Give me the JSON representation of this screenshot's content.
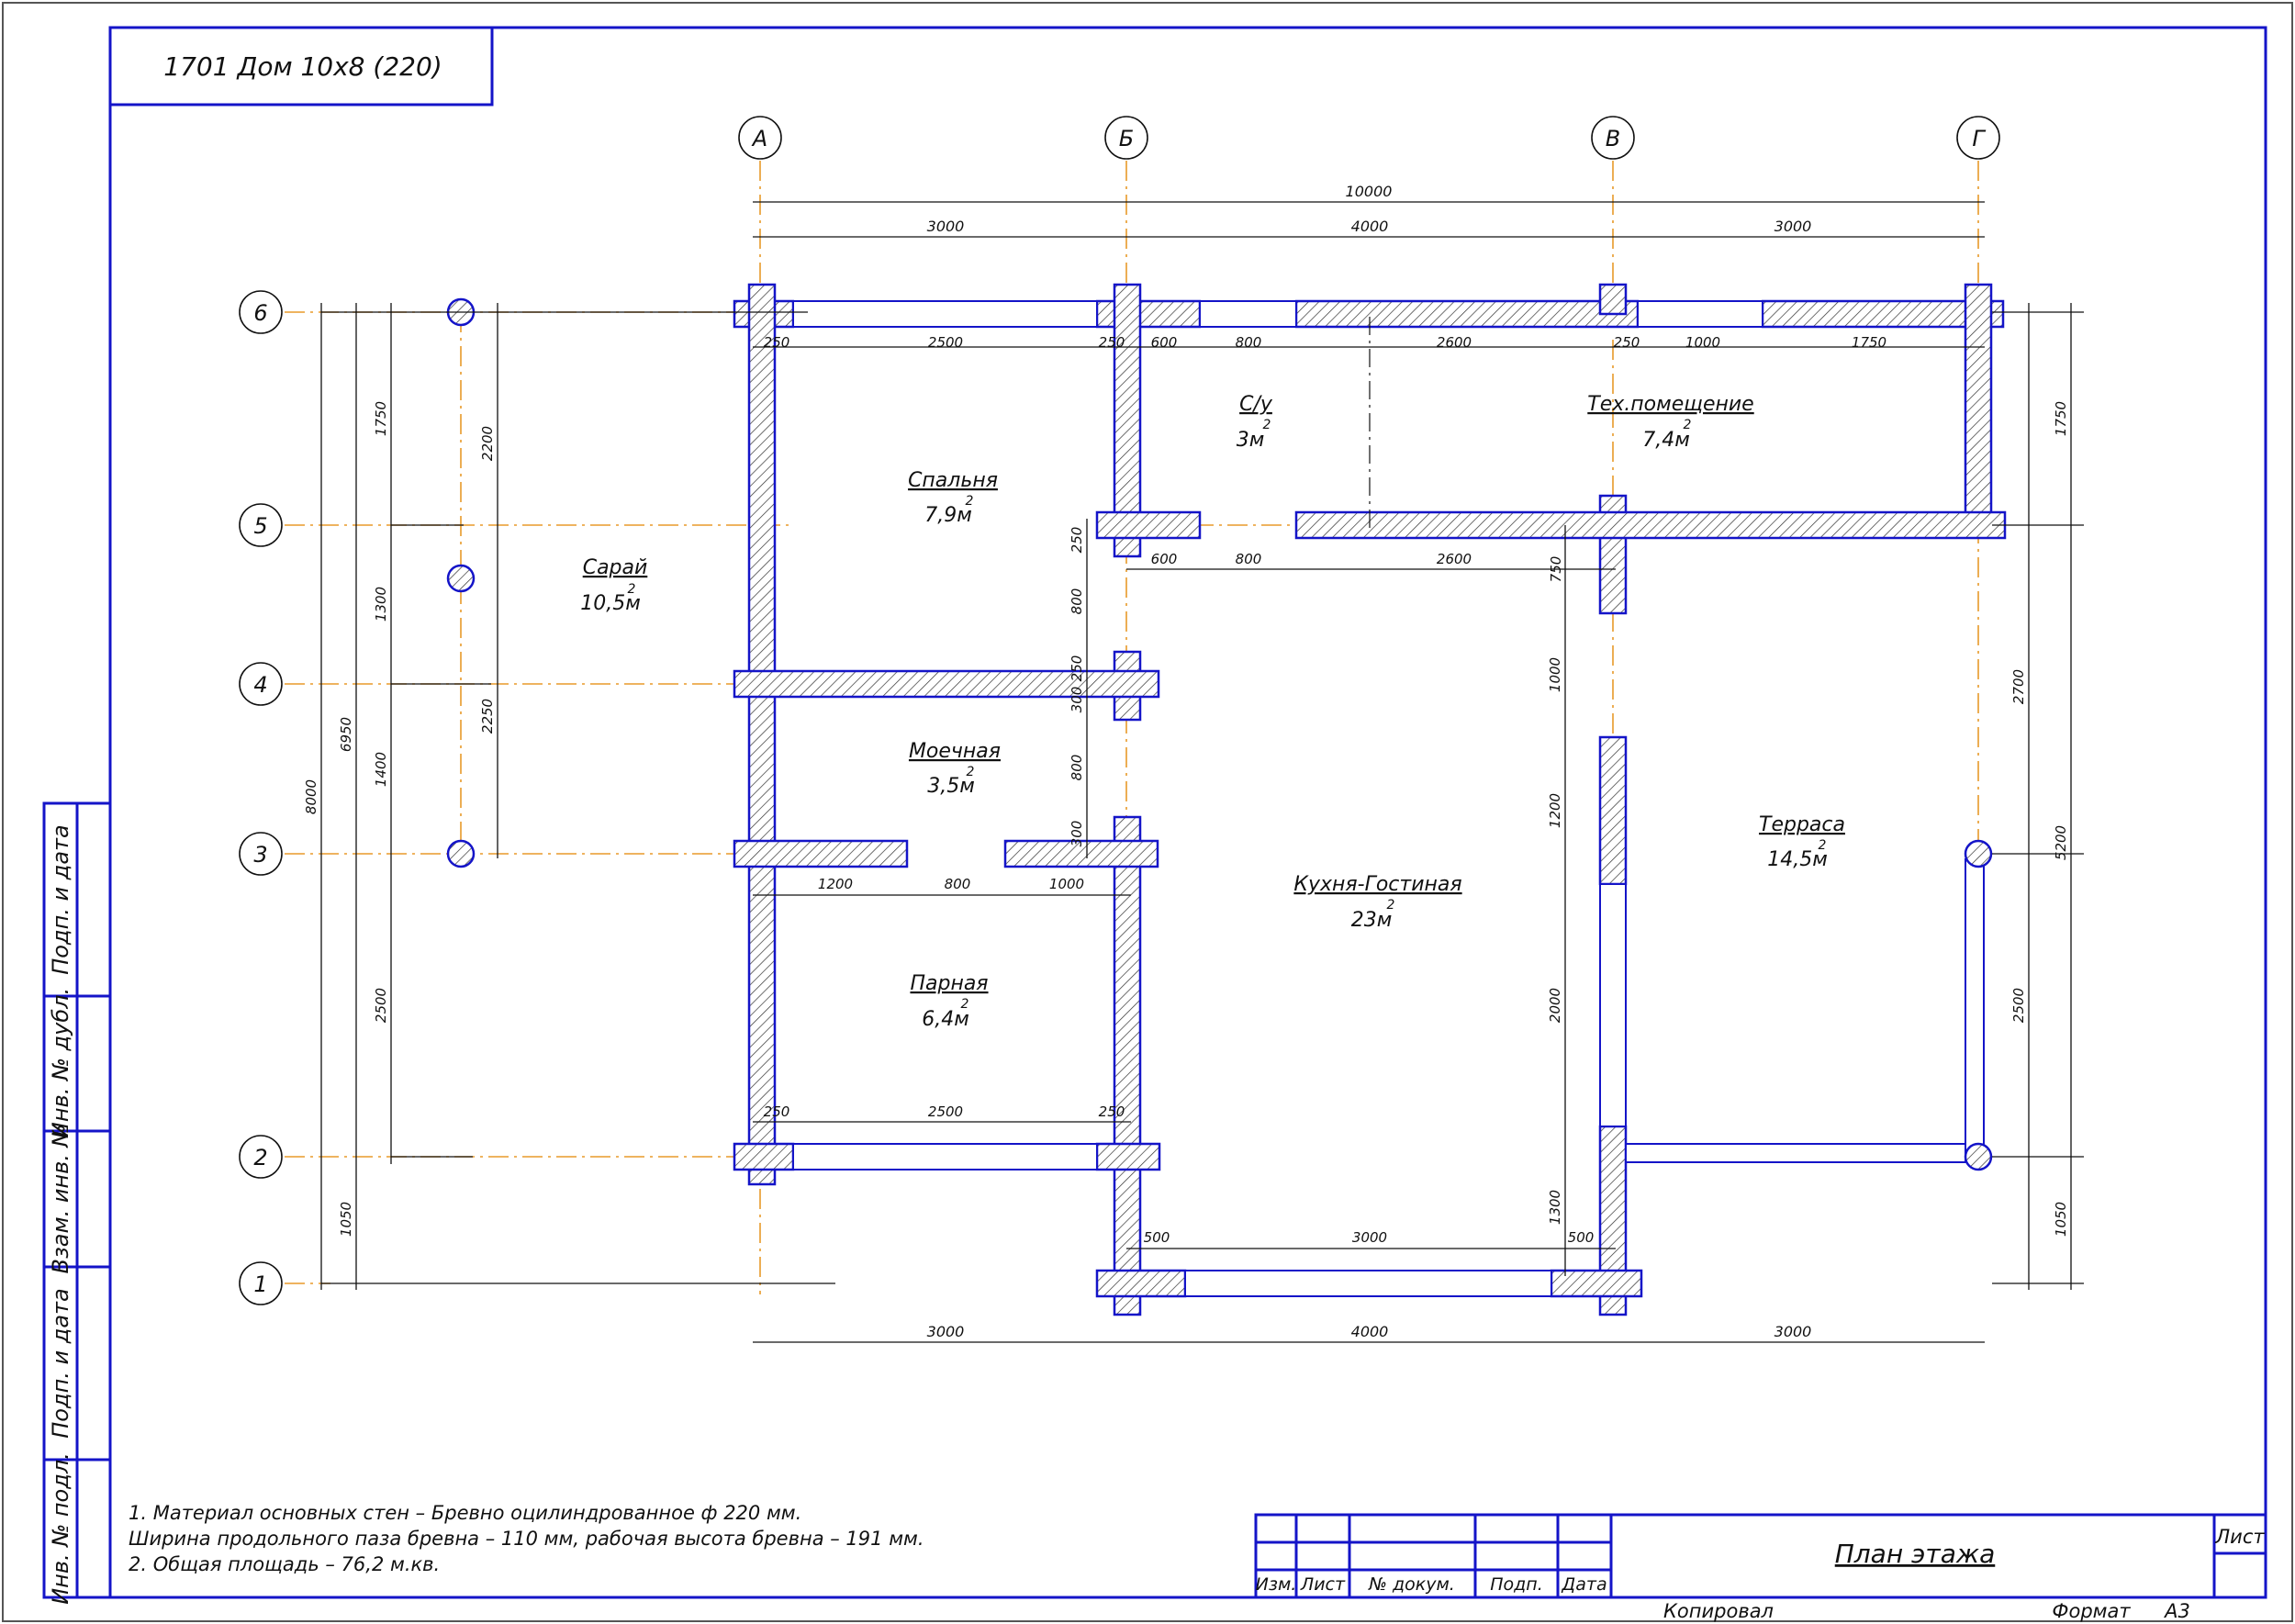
{
  "title_block": {
    "project": "1701 Дом 10х8 (220)"
  },
  "axes": {
    "letters": [
      "А",
      "Б",
      "В",
      "Г"
    ],
    "numbers": [
      "6",
      "5",
      "4",
      "3",
      "2",
      "1"
    ]
  },
  "dims": {
    "top_total": "10000",
    "top_3000": "3000",
    "top_4000": "4000",
    "top_3000b": "3000",
    "r6_250a": "250",
    "r6_2500": "2500",
    "r6_250b": "250",
    "r6_600": "600",
    "r6_800": "800",
    "r6_2600": "2600",
    "r6_250c": "250",
    "r6_1000": "1000",
    "r6_1750": "1750",
    "r5_600": "600",
    "r5_800": "800",
    "r5_2600": "2600",
    "r5_750": "750",
    "v_250": "250",
    "v_800a": "800",
    "v_250b": "250",
    "v_300a": "300",
    "v_800b": "800",
    "v_300b": "300",
    "r3_1200": "1200",
    "r3_800": "800",
    "r3_1000": "1000",
    "r2_250a": "250",
    "r2_2500": "2500",
    "r2_250b": "250",
    "r1_500a": "500",
    "r1_3000": "3000",
    "r1_500b": "500",
    "bottom_3000a": "3000",
    "bottom_4000": "4000",
    "bottom_3000b": "3000",
    "left_8000": "8000",
    "left_6950": "6950",
    "left_1750": "1750",
    "left_1300": "1300",
    "left_1400": "1400",
    "left_2500": "2500",
    "left_1050": "1050",
    "saray_2200": "2200",
    "saray_2250": "2250",
    "kitchen_1000": "1000",
    "kitchen_1200": "1200",
    "kitchen_2000": "2000",
    "kitchen_1300": "1300",
    "right_1750": "1750",
    "right_2700": "2700",
    "right_5200": "5200",
    "right_2500": "2500",
    "right_1050": "1050"
  },
  "rooms": [
    {
      "name": "Сарай",
      "area": "10,5м"
    },
    {
      "name": "Спальня",
      "area": "7,9м"
    },
    {
      "name": "С/у",
      "area": "3м"
    },
    {
      "name": "Тех.помещение",
      "area": "7,4м"
    },
    {
      "name": "Моечная",
      "area": "3,5м"
    },
    {
      "name": "Кухня-Гостиная",
      "area": "23м"
    },
    {
      "name": "Терраса",
      "area": "14,5м"
    },
    {
      "name": "Парная",
      "area": "6,4м"
    }
  ],
  "area_sup": "2",
  "notes": {
    "line1": "1. Материал основных стен – Бревно оцилиндрованное ф 220 мм.",
    "line2": "Ширина продольного паза бревна – 110 мм, рабочая высота бревна – 191 мм.",
    "line3": "2. Общая площадь – 76,2 м.кв."
  },
  "stamp": {
    "izm": "Изм.",
    "list": "Лист",
    "ndoc": "№ докум.",
    "podp": "Подп.",
    "data": "Дата",
    "sheet_title": "План этажа",
    "list_label": "Лист",
    "copied": "Копировал",
    "format": "Формат",
    "format_value": "А3"
  },
  "side_stamp": {
    "podp_data1": "Подп. и дата",
    "inv_dubl": "Инв. № дубл.",
    "vzam_inv": "Взам. инв. №",
    "podp_data2": "Подп. и дата",
    "inv_podl": "Инв. № подл."
  },
  "colors": {
    "wall": "#1414c8",
    "axis": "#e89a2a",
    "line": "#111111",
    "frame": "#1414c8"
  }
}
